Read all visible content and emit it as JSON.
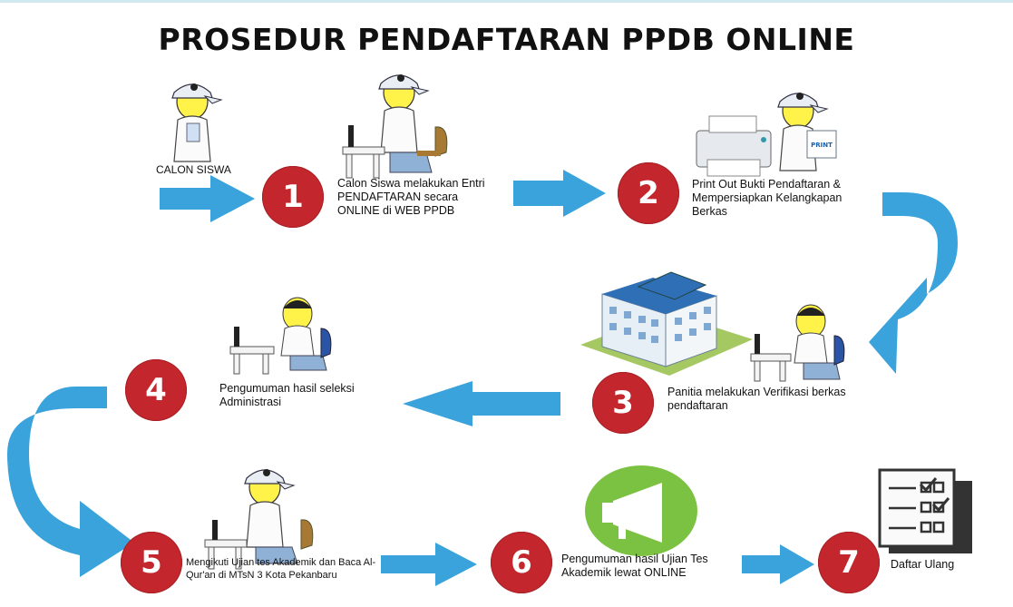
{
  "title": "PROSEDUR PENDAFTARAN PPDB ONLINE",
  "start_label": "CALON SISWA",
  "steps": [
    {
      "number": "1",
      "text": "Calon Siswa melakukan Entri PENDAFTARAN secara ONLINE di WEB PPDB"
    },
    {
      "number": "2",
      "text": "Print Out Bukti Pendaftaran & Mempersiapkan Kelangkapan Berkas"
    },
    {
      "number": "3",
      "text": "Panitia melakukan Verifikasi berkas pendaftaran"
    },
    {
      "number": "4",
      "text": "Pengumuman hasil seleksi Administrasi"
    },
    {
      "number": "5",
      "text": "Mengikuti Ujian tes Akademik dan Baca Al-Qur'an di MTsN 3 Kota Pekanbaru"
    },
    {
      "number": "6",
      "text": "Pengumuman hasil Ujian Tes Akademik lewat ONLINE"
    },
    {
      "number": "7",
      "text": "Daftar Ulang"
    }
  ],
  "printer_label": "PRINT",
  "colors": {
    "badge": "#c3272d",
    "arrow": "#3aa3dc",
    "megaphone_bg": "#7cc242"
  }
}
